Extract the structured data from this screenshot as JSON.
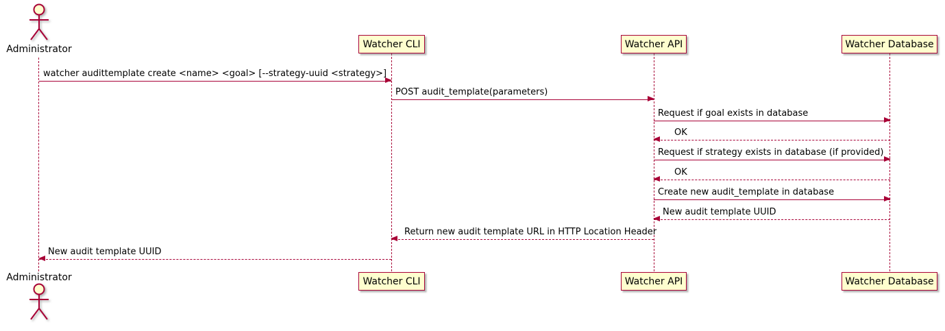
{
  "diagram": {
    "type": "sequence-diagram",
    "colors": {
      "accent": "#A80036",
      "participant_fill": "#FEFECE",
      "text": "#000000",
      "background": "#FFFFFF"
    },
    "participants": [
      {
        "id": "administrator",
        "type": "actor",
        "label": "Administrator"
      },
      {
        "id": "watcher-cli",
        "type": "participant",
        "label": "Watcher CLI"
      },
      {
        "id": "watcher-api",
        "type": "participant",
        "label": "Watcher API"
      },
      {
        "id": "watcher-database",
        "type": "participant",
        "label": "Watcher Database"
      }
    ],
    "messages": [
      {
        "from": "Administrator",
        "to": "Watcher CLI",
        "style": "solid",
        "label": "watcher audittemplate create <name> <goal> [--strategy-uuid <strategy>]"
      },
      {
        "from": "Watcher CLI",
        "to": "Watcher API",
        "style": "solid",
        "label": "POST audit_template(parameters)"
      },
      {
        "from": "Watcher API",
        "to": "Watcher Database",
        "style": "solid",
        "label": "Request if goal exists in database"
      },
      {
        "from": "Watcher Database",
        "to": "Watcher API",
        "style": "dashed",
        "label": "OK"
      },
      {
        "from": "Watcher API",
        "to": "Watcher Database",
        "style": "solid",
        "label": "Request if strategy exists in database (if provided)"
      },
      {
        "from": "Watcher Database",
        "to": "Watcher API",
        "style": "dashed",
        "label": "OK"
      },
      {
        "from": "Watcher API",
        "to": "Watcher Database",
        "style": "solid",
        "label": "Create new audit_template in database"
      },
      {
        "from": "Watcher Database",
        "to": "Watcher API",
        "style": "dashed",
        "label": "New audit template UUID"
      },
      {
        "from": "Watcher API",
        "to": "Watcher CLI",
        "style": "dashed",
        "label": "Return new audit template URL in HTTP Location Header"
      },
      {
        "from": "Watcher CLI",
        "to": "Administrator",
        "style": "dashed",
        "label": "New audit template UUID"
      }
    ]
  }
}
